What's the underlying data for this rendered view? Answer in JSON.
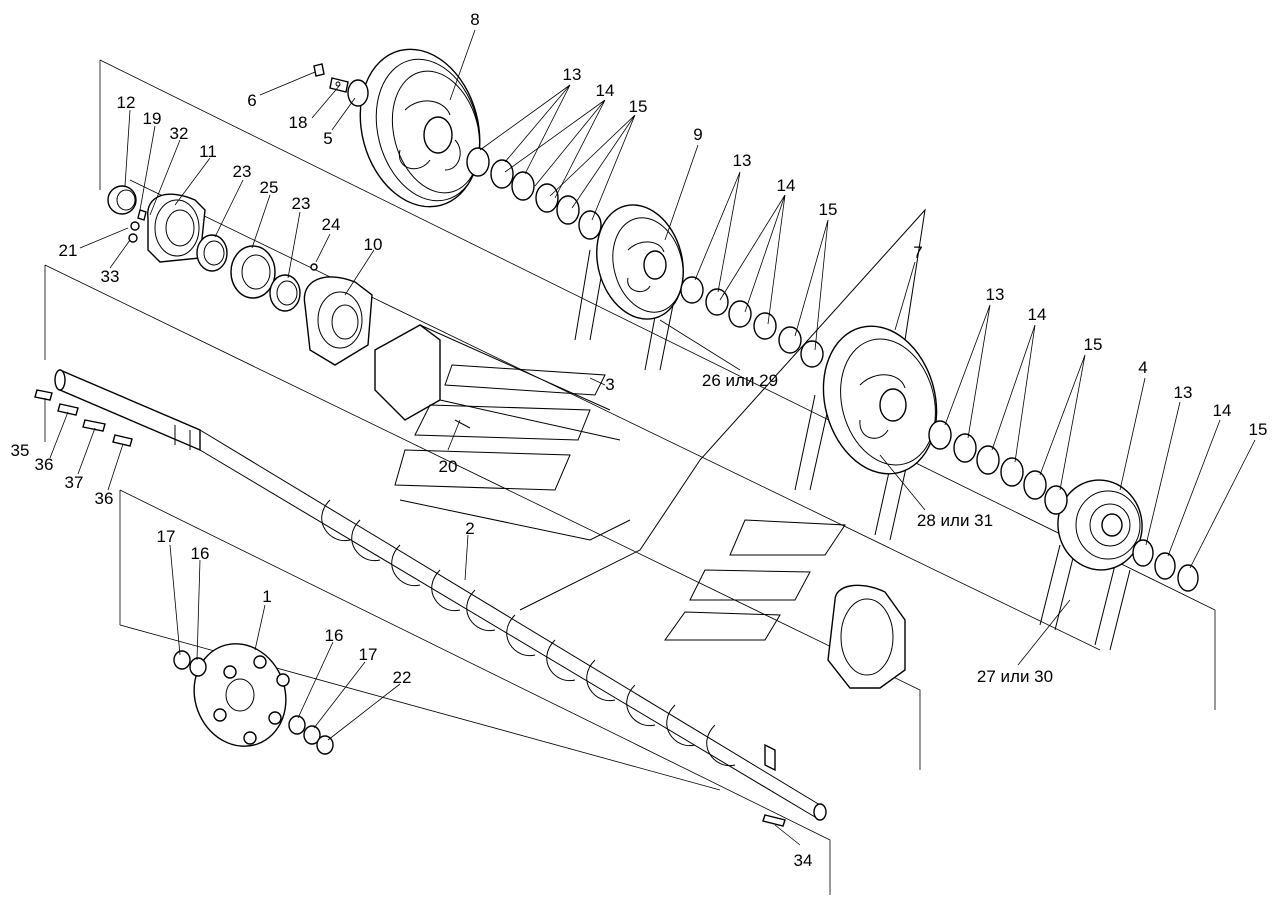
{
  "diagram": {
    "callouts": [
      {
        "id": "c1",
        "text": "1"
      },
      {
        "id": "c2",
        "text": "2"
      },
      {
        "id": "c3",
        "text": "3"
      },
      {
        "id": "c4",
        "text": "4"
      },
      {
        "id": "c5",
        "text": "5"
      },
      {
        "id": "c6",
        "text": "6"
      },
      {
        "id": "c7",
        "text": "7"
      },
      {
        "id": "c8",
        "text": "8"
      },
      {
        "id": "c9",
        "text": "9"
      },
      {
        "id": "c10",
        "text": "10"
      },
      {
        "id": "c11",
        "text": "11"
      },
      {
        "id": "c12",
        "text": "12"
      },
      {
        "id": "c13a",
        "text": "13"
      },
      {
        "id": "c13b",
        "text": "13"
      },
      {
        "id": "c13c",
        "text": "13"
      },
      {
        "id": "c13d",
        "text": "13"
      },
      {
        "id": "c14a",
        "text": "14"
      },
      {
        "id": "c14b",
        "text": "14"
      },
      {
        "id": "c14c",
        "text": "14"
      },
      {
        "id": "c14d",
        "text": "14"
      },
      {
        "id": "c15a",
        "text": "15"
      },
      {
        "id": "c15b",
        "text": "15"
      },
      {
        "id": "c15c",
        "text": "15"
      },
      {
        "id": "c15d",
        "text": "15"
      },
      {
        "id": "c16a",
        "text": "16"
      },
      {
        "id": "c16b",
        "text": "16"
      },
      {
        "id": "c17a",
        "text": "17"
      },
      {
        "id": "c17b",
        "text": "17"
      },
      {
        "id": "c18",
        "text": "18"
      },
      {
        "id": "c19",
        "text": "19"
      },
      {
        "id": "c20",
        "text": "20"
      },
      {
        "id": "c21",
        "text": "21"
      },
      {
        "id": "c22",
        "text": "22"
      },
      {
        "id": "c23a",
        "text": "23"
      },
      {
        "id": "c23b",
        "text": "23"
      },
      {
        "id": "c24",
        "text": "24"
      },
      {
        "id": "c25",
        "text": "25"
      },
      {
        "id": "c26",
        "text": "26 или 29"
      },
      {
        "id": "c27",
        "text": "27 или 30"
      },
      {
        "id": "c28",
        "text": "28 или 31"
      },
      {
        "id": "c32",
        "text": "32"
      },
      {
        "id": "c33",
        "text": "33"
      },
      {
        "id": "c34",
        "text": "34"
      },
      {
        "id": "c35",
        "text": "35"
      },
      {
        "id": "c36a",
        "text": "36"
      },
      {
        "id": "c36b",
        "text": "36"
      },
      {
        "id": "c37",
        "text": "37"
      }
    ]
  }
}
